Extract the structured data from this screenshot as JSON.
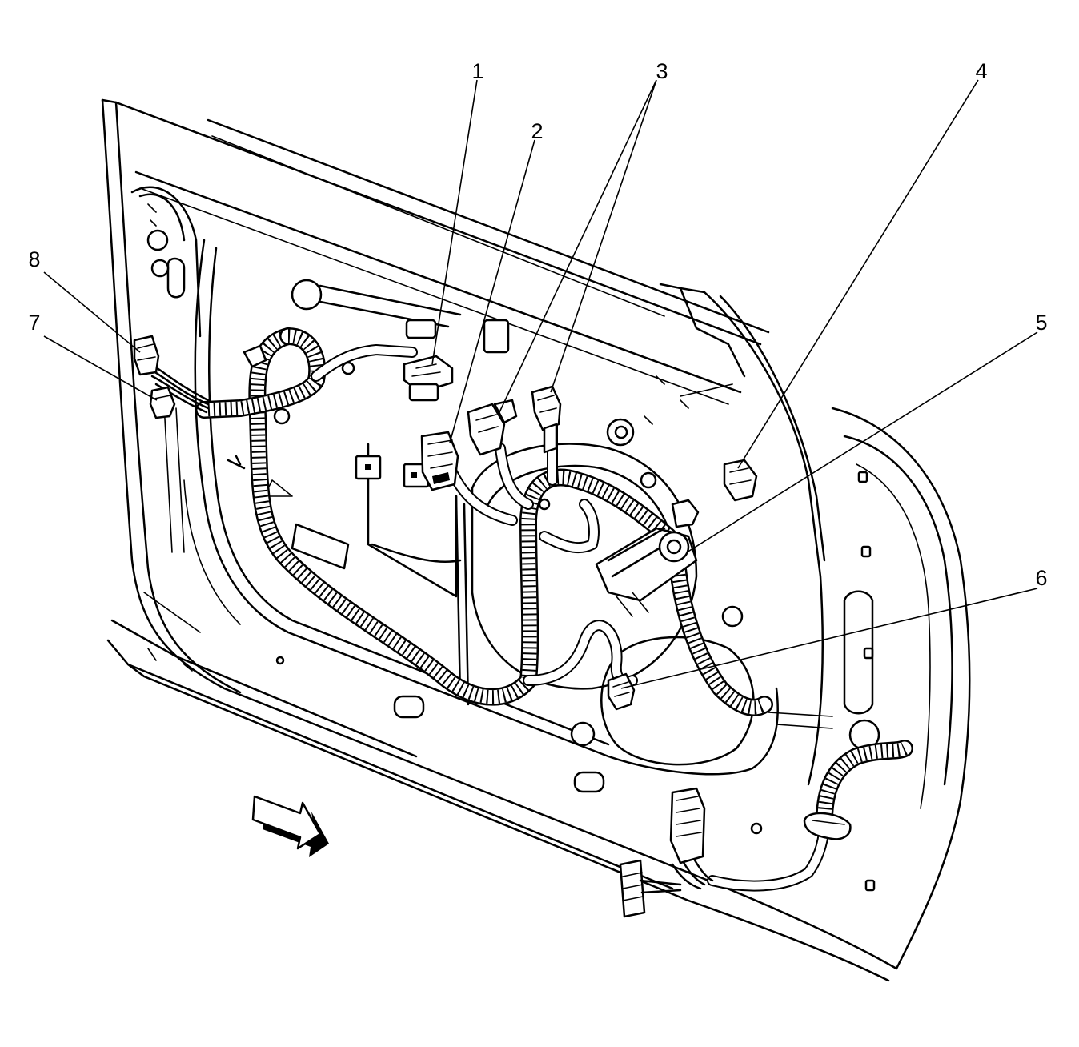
{
  "callouts": [
    {
      "id": "1",
      "label": "1"
    },
    {
      "id": "2",
      "label": "2"
    },
    {
      "id": "3",
      "label": "3"
    },
    {
      "id": "4",
      "label": "4"
    },
    {
      "id": "5",
      "label": "5"
    },
    {
      "id": "6",
      "label": "6"
    },
    {
      "id": "7",
      "label": "7"
    },
    {
      "id": "8",
      "label": "8"
    }
  ],
  "icons": {
    "direction_arrow": "forward-arrow-icon"
  },
  "colors": {
    "line": "#000000",
    "background": "#ffffff"
  }
}
